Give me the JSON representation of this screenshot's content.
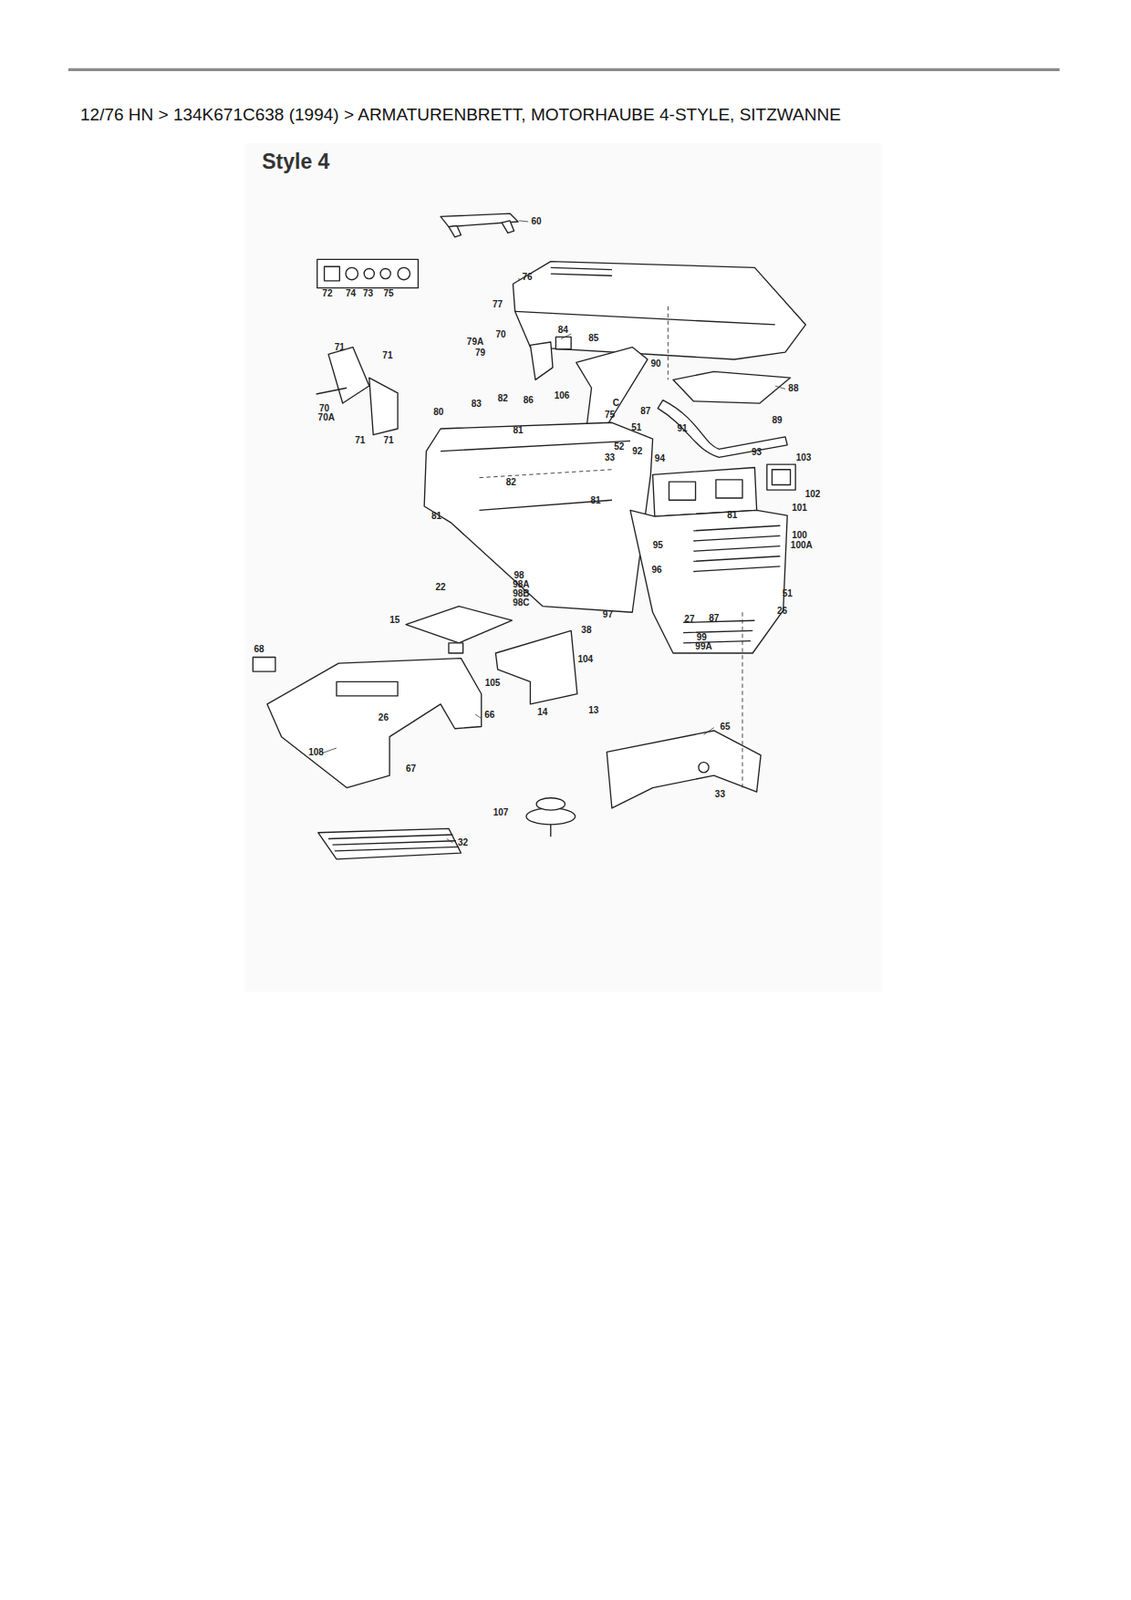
{
  "diagram": {
    "title": "12/76 HN  >  134K671C638 (1994)  >  ARMATURENBRETT, MOTORHAUBE 4-STYLE, SITZWANNE",
    "labels": [
      "Style 4",
      "60",
      "72",
      "74",
      "73",
      "75",
      "76",
      "77",
      "84",
      "85",
      "79A",
      "70",
      "79",
      "90",
      "88",
      "71",
      "71",
      "70",
      "70A",
      "71",
      "71",
      "80",
      "83",
      "82",
      "86",
      "106",
      "C",
      "51",
      "75",
      "87",
      "89",
      "91",
      "81",
      "52",
      "33",
      "92",
      "93",
      "103",
      "94",
      "82",
      "81",
      "102",
      "101",
      "81",
      "81",
      "100",
      "100A",
      "95",
      "96",
      "98",
      "98A",
      "98B",
      "98C",
      "22",
      "51",
      "26",
      "97",
      "15",
      "27",
      "87",
      "38",
      "99",
      "99A",
      "68",
      "104",
      "105",
      "66",
      "14",
      "13",
      "65",
      "26",
      "108",
      "67",
      "107",
      "33",
      "32"
    ]
  }
}
